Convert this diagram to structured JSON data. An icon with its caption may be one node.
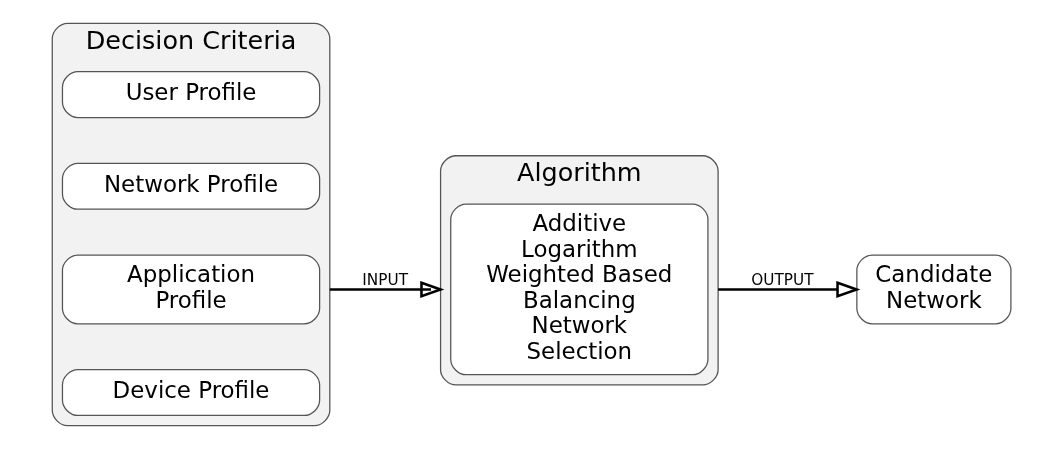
{
  "diagram": {
    "nodes": [
      {
        "text": [
          "Decision Criteria"
        ]
      },
      {
        "text": [
          "User Profile"
        ],
        "in": 0
      },
      {
        "text": [
          "Network Profile"
        ],
        "in": 0
      },
      {
        "text": [
          "Application Profile"
        ],
        "in": 0
      },
      {
        "text": [
          "Device Profile"
        ],
        "in": 0
      },
      {
        "text": [
          "Algorithm"
        ]
      },
      {
        "text": [
          "Additive Logarithm Weighted Based Balancing Network Selection"
        ],
        "in": 5
      },
      {
        "text": [
          "Candidate Network"
        ]
      }
    ],
    "edges": [
      {
        "from": 0,
        "to": 5,
        "arrow": "to",
        "label": "INPUT"
      },
      {
        "from": 5,
        "to": 7,
        "arrow": "to",
        "label": "OUTPUT"
      }
    ]
  }
}
